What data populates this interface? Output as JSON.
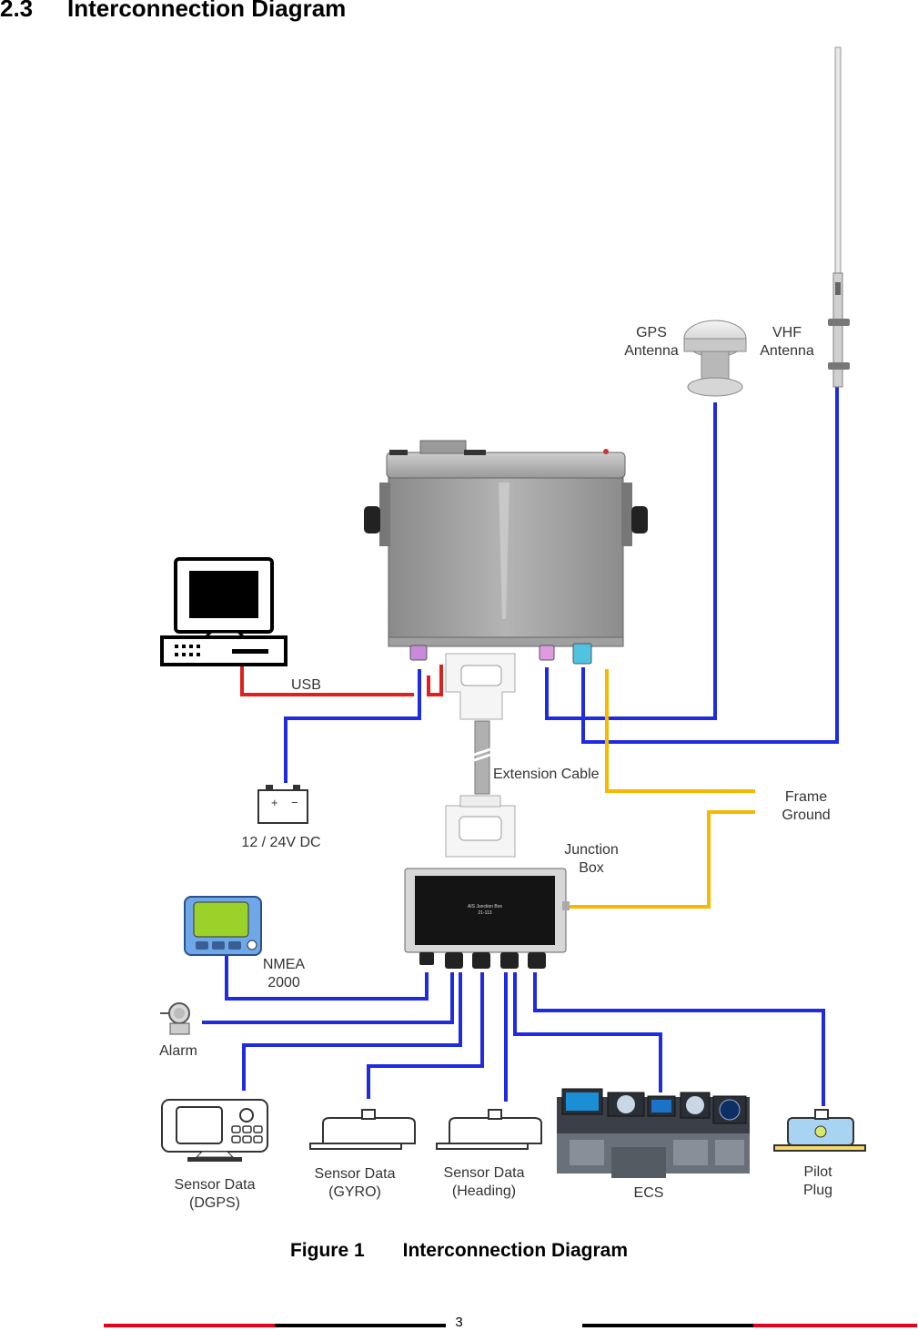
{
  "heading": {
    "number": "2.3",
    "title": "Interconnection Diagram"
  },
  "labels": {
    "gps_antenna_1": "GPS",
    "gps_antenna_2": "Antenna",
    "vhf_antenna_1": "VHF",
    "vhf_antenna_2": "Antenna",
    "usb": "USB",
    "extension_cable": "Extension Cable",
    "frame_ground_1": "Frame",
    "frame_ground_2": "Ground",
    "power": "12 / 24V DC",
    "junction_box_1": "Junction",
    "junction_box_2": "Box",
    "nmea_1": "NMEA",
    "nmea_2": "2000",
    "alarm": "Alarm",
    "dgps_1": "Sensor Data",
    "dgps_2": "(DGPS)",
    "gyro_1": "Sensor Data",
    "gyro_2": "(GYRO)",
    "heading_1": "Sensor Data",
    "heading_2": "(Heading)",
    "ecs": "ECS",
    "pilot_1": "Pilot",
    "pilot_2": "Plug",
    "battery_plus": "+",
    "battery_minus": "−"
  },
  "junction_box_face": {
    "title": "AIS Junction Box",
    "model": "21-113"
  },
  "caption": {
    "figure": "Figure 1",
    "title": "Interconnection Diagram"
  },
  "footer": {
    "page_number": "3"
  },
  "colors": {
    "data_cable": "#1f2be0",
    "usb_cable": "#e0201c",
    "ground_cable": "#f6b800",
    "footer_red": "#e2001a",
    "footer_black": "#000000"
  }
}
